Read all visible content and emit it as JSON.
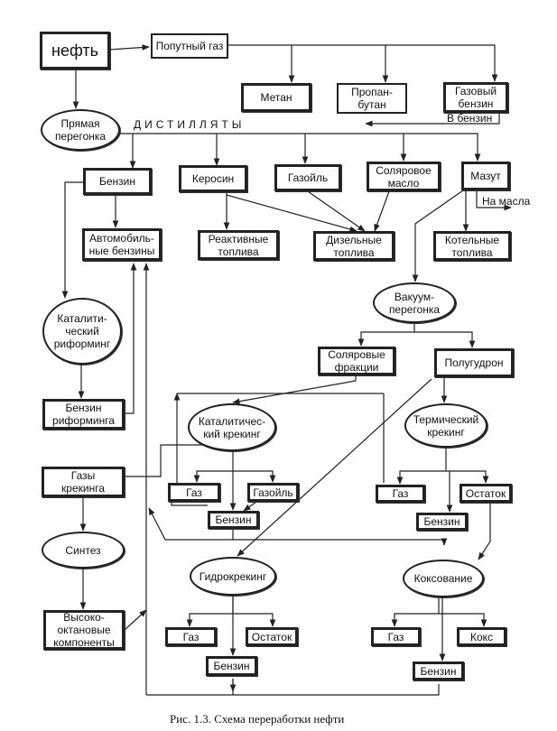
{
  "nodes": {
    "neft": "нефть",
    "poputny_gaz": "Попутный газ",
    "metan": "Метан",
    "propan_butan": "Пропан-\nбутан",
    "gazovy_benzin": "Газовый\nбензин",
    "pryamaya_peregonka": "Прямая\nперегонка",
    "benzin_top": "Бензин",
    "kerosin": "Керосин",
    "gazoil_top": "Газойль",
    "solyarovoe_maslo": "Соляровое\nмасло",
    "mazut": "Мазут",
    "avtomobilnye_benziny": "Автомобиль-\nные бензины",
    "reaktivnye_topliva": "Реактивные\nтоплива",
    "dizelnye_topliva": "Дизельные\nтоплива",
    "kotelnye_topliva": "Котельные\nтоплива",
    "kataliticheskiy_riforming": "Каталити-\nческий\nриформинг",
    "vakuum_peregonka": "Вакуум-\nперегонка",
    "solyarovye_fraktsii": "Соляровые\nфракции",
    "polugudron": "Полугудрон",
    "benzin_riforminga": "Бензин\nриформинга",
    "kataliticheskiy_kreking": "Каталитичес-\nкий крекинг",
    "termicheskiy_kreking": "Термический\nкрекинг",
    "gazy_krekinga": "Газы\nкрекинга",
    "gaz_kk": "Газ",
    "gazoil_kk": "Газойль",
    "benzin_kk": "Бензин",
    "gaz_tk": "Газ",
    "ostatok_tk": "Остаток",
    "benzin_tk": "Бензин",
    "sintez": "Синтез",
    "gidrokreking": "Гидрокрекинг",
    "koksovanie": "Коксование",
    "vysokooktanovye": "Высоко-\nоктановые\nкомпоненты",
    "gaz_gk": "Газ",
    "ostatok_gk": "Остаток",
    "benzin_gk": "Бензин",
    "gaz_ks": "Газ",
    "koks": "Кокс",
    "benzin_ks": "Бензин"
  },
  "labels": {
    "distillyaty": "ДИСТИЛЛЯТЫ",
    "v_benzin": "В бензин",
    "na_masla": "На масла"
  },
  "caption": "Рис. 1.3. Схема переработки нефти"
}
